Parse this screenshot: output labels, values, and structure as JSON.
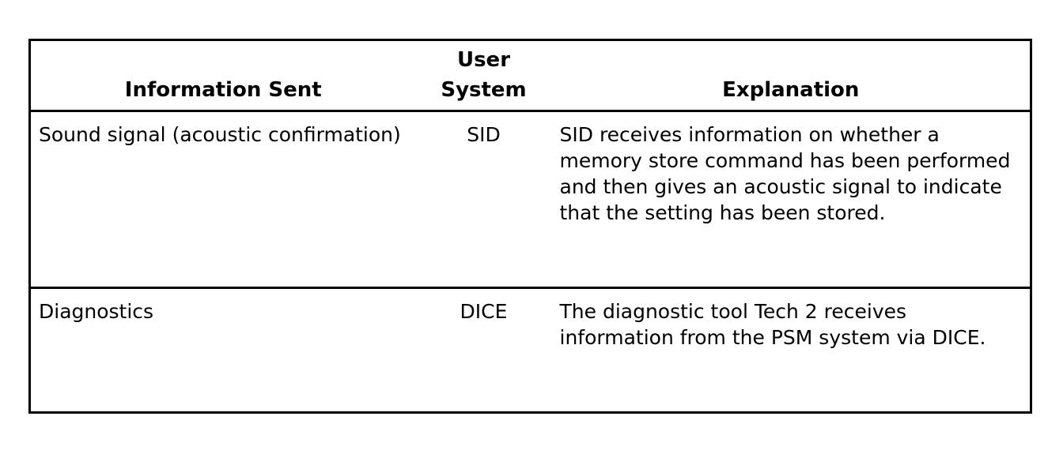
{
  "table": {
    "headers": {
      "information_sent": "Information Sent",
      "user_system_line1": "User",
      "user_system_line2": "System",
      "explanation": "Explanation"
    },
    "rows": [
      {
        "information_sent": "Sound signal (acoustic confirmation)",
        "user_system": "SID",
        "explanation": "SID receives information on whether a memory store command has been performed and then gives an acoustic signal to indicate that the setting has been stored."
      },
      {
        "information_sent": "Diagnostics",
        "user_system": "DICE",
        "explanation": "The diagnostic tool Tech 2 receives information from the PSM system via DICE."
      }
    ]
  }
}
